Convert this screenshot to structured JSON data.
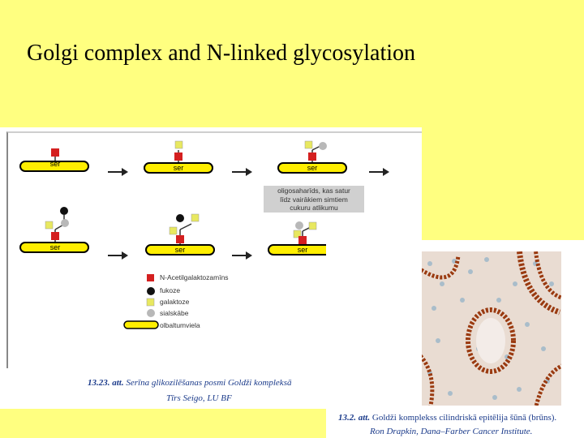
{
  "title": "Golgi complex and N-linked glycosylation",
  "diagram": {
    "ser_label": "ser",
    "gray_box_lines": [
      "oligosaharīds, kas satur",
      "līdz vairākiem simtiem",
      "cukuru atlikumu"
    ],
    "legend": [
      "N-Acetilgalaktozamīns",
      "fukoze",
      "galaktoze",
      "sialskābe",
      "olbaltumviela"
    ],
    "colors": {
      "n_acetylgalactosamine": "#d42020",
      "fucose": "#111111",
      "galactose": "#e8e860",
      "sialic_acid": "#b8b8b8",
      "protein": "#ffee00",
      "arrow": "#222222"
    }
  },
  "caption_13": {
    "label": "13.23. att.",
    "text": " Serīna glikozilēšanas posmi Goldži kompleksā",
    "credit": "Tīrs Seigo, LU BF"
  },
  "caption_132": {
    "label": "13.2. att.",
    "text": " Goldži komplekss cilindriskā epitēlija šūnā (brūns).",
    "credit": "Ron Drapkin, Dana–Farber Cancer Institute."
  }
}
